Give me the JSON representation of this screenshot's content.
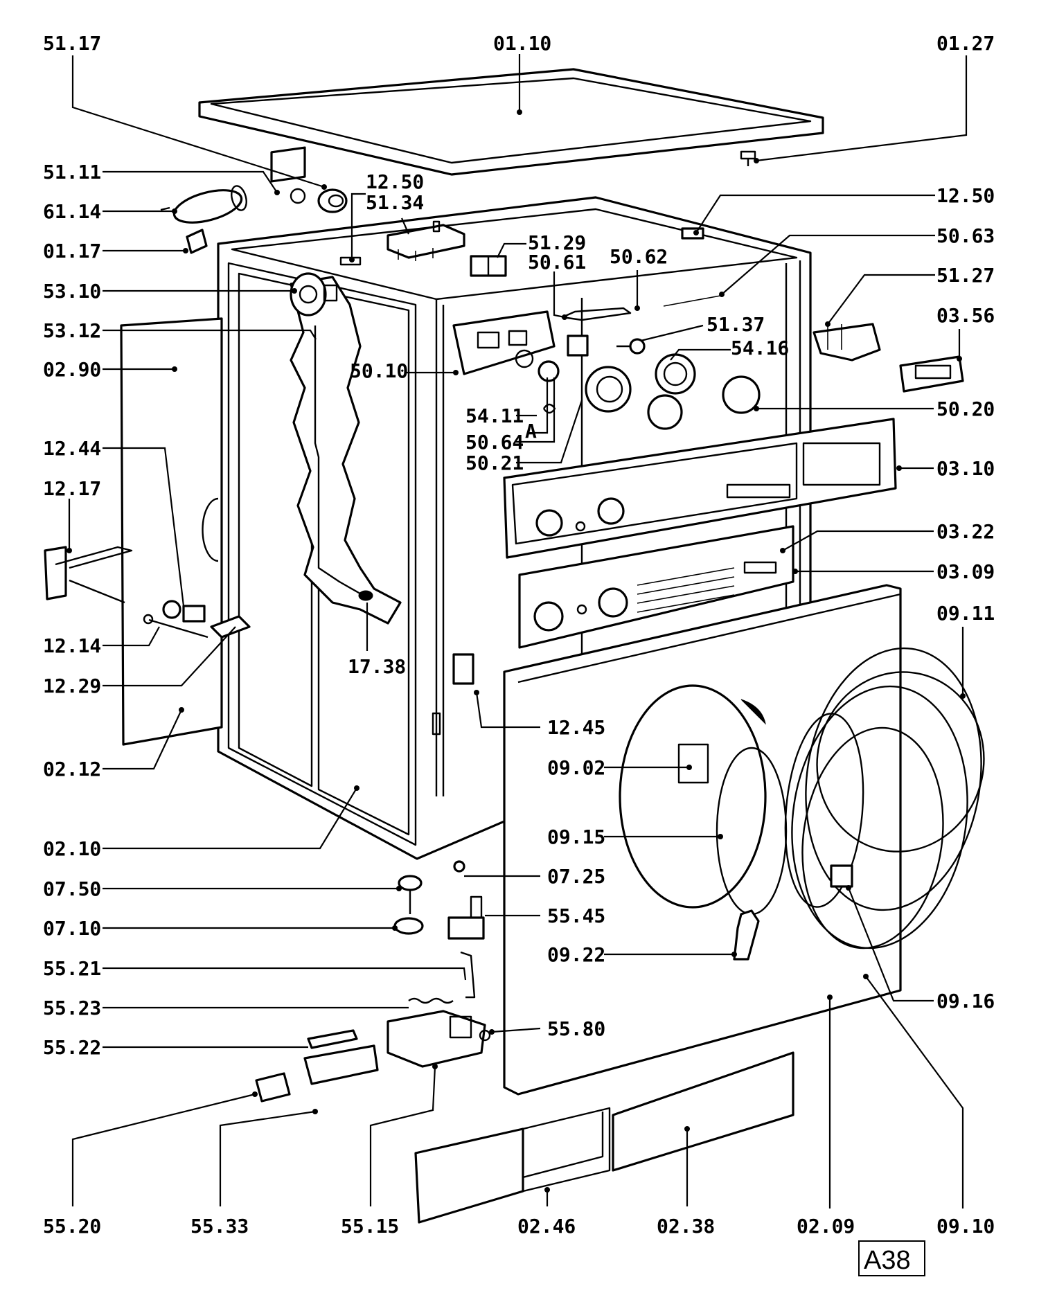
{
  "diagram_code": "A38",
  "parts": [
    {
      "id": "51.17"
    },
    {
      "id": "01.10"
    },
    {
      "id": "01.27"
    },
    {
      "id": "51.11"
    },
    {
      "id": "12.50"
    },
    {
      "id": "51.34"
    },
    {
      "id": "61.14"
    },
    {
      "id": "01.17"
    },
    {
      "id": "51.29"
    },
    {
      "id": "50.61"
    },
    {
      "id": "50.62"
    },
    {
      "id": "50.63"
    },
    {
      "id": "53.10"
    },
    {
      "id": "51.27"
    },
    {
      "id": "53.12"
    },
    {
      "id": "51.37"
    },
    {
      "id": "03.56"
    },
    {
      "id": "02.90"
    },
    {
      "id": "50.10"
    },
    {
      "id": "54.16"
    },
    {
      "id": "54.11"
    },
    {
      "id": "50.20"
    },
    {
      "id": "A"
    },
    {
      "id": "50.64"
    },
    {
      "id": "12.44"
    },
    {
      "id": "50.21"
    },
    {
      "id": "03.10"
    },
    {
      "id": "12.17"
    },
    {
      "id": "03.22"
    },
    {
      "id": "03.09"
    },
    {
      "id": "09.11"
    },
    {
      "id": "12.14"
    },
    {
      "id": "17.38"
    },
    {
      "id": "12.29"
    },
    {
      "id": "12.45"
    },
    {
      "id": "02.12"
    },
    {
      "id": "09.02"
    },
    {
      "id": "09.15"
    },
    {
      "id": "02.10"
    },
    {
      "id": "07.25"
    },
    {
      "id": "07.50"
    },
    {
      "id": "55.45"
    },
    {
      "id": "07.10"
    },
    {
      "id": "09.22"
    },
    {
      "id": "55.21"
    },
    {
      "id": "09.16"
    },
    {
      "id": "55.23"
    },
    {
      "id": "55.80"
    },
    {
      "id": "55.22"
    },
    {
      "id": "55.20"
    },
    {
      "id": "55.33"
    },
    {
      "id": "55.15"
    },
    {
      "id": "02.46"
    },
    {
      "id": "02.38"
    },
    {
      "id": "02.09"
    },
    {
      "id": "09.10"
    }
  ]
}
